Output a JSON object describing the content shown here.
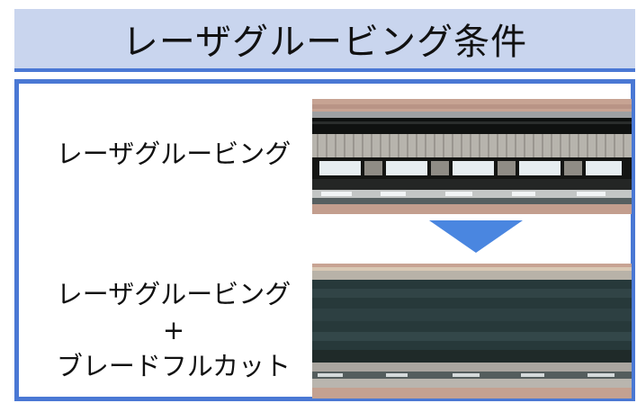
{
  "title": "レーザグルービング条件",
  "conditions": {
    "top_label": "レーザグルービング",
    "bottom_label_line1": "レーザグルービング",
    "bottom_label_line2": "+",
    "bottom_label_line3": "ブレードフルカット"
  },
  "colors": {
    "title_background": "#c9d5ee",
    "accent_blue": "#4a78d4",
    "arrow_blue": "#4a86e0"
  },
  "images": {
    "top_photo": "laser-grooving-photo",
    "bottom_photo": "laser-grooving-blade-full-cut-photo"
  }
}
